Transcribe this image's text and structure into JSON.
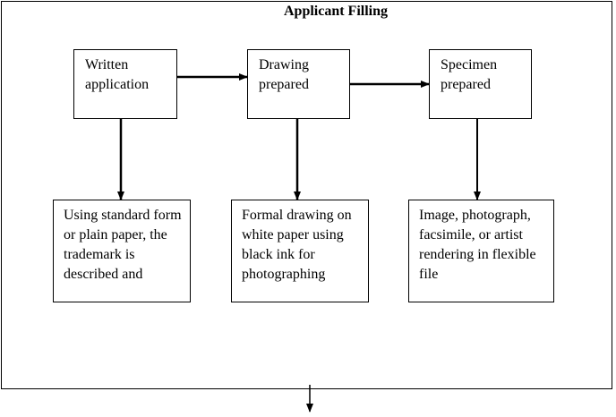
{
  "title": "Applicant Filling",
  "top_boxes": [
    {
      "label": "Written\napplication"
    },
    {
      "label": "Drawing\nprepared"
    },
    {
      "label": "Specimen\nprepared"
    }
  ],
  "bottom_boxes": [
    {
      "label": "Using standard form or plain paper, the trademark is described and"
    },
    {
      "label": "Formal drawing on white paper using black ink for photographing"
    },
    {
      "label": "Image, photograph, facsimile, or artist rendering in flexible file"
    }
  ]
}
